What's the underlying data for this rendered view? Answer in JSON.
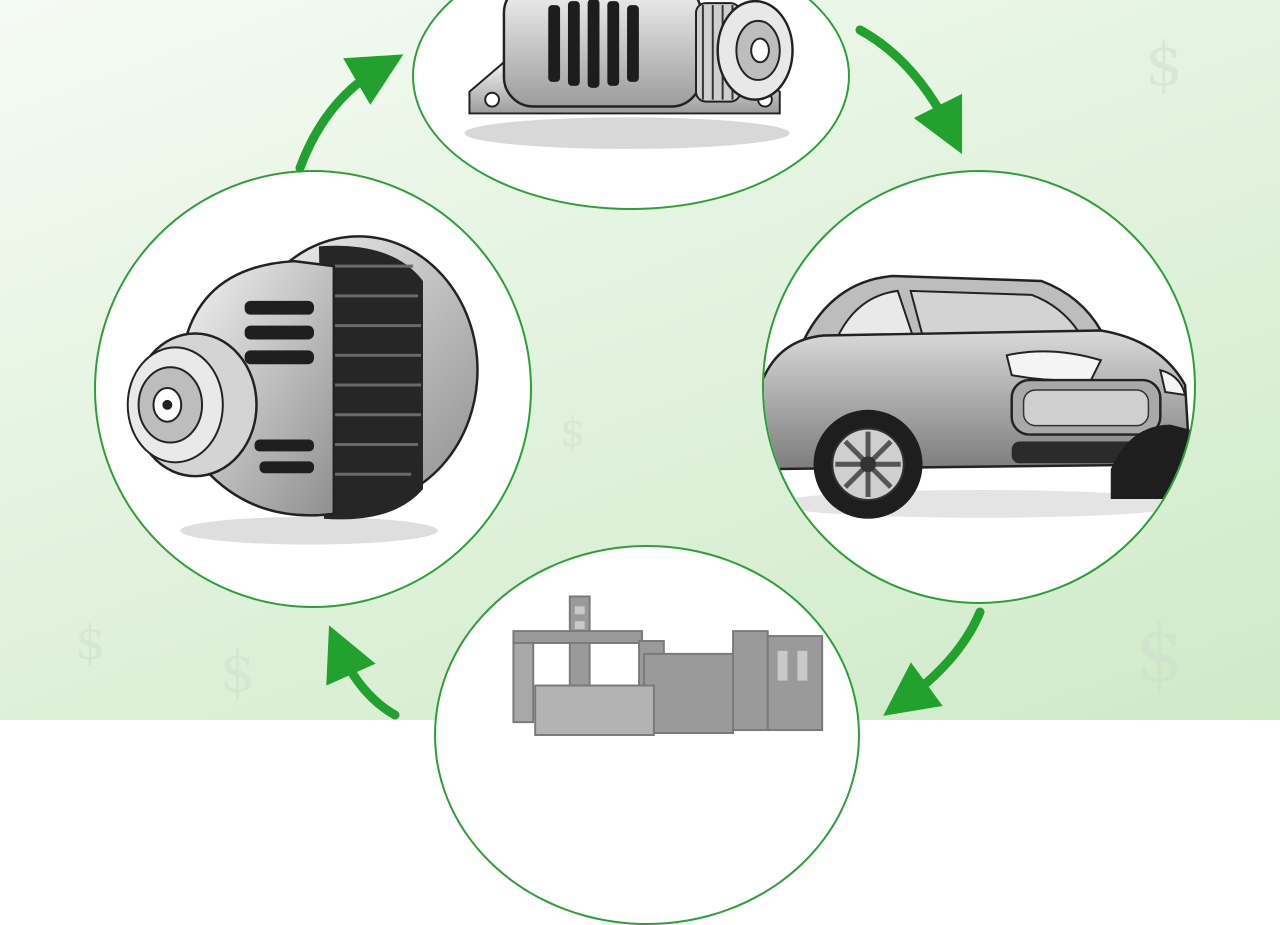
{
  "diagram": {
    "type": "cycle",
    "accent_color": "#2f9e3a",
    "nodes": [
      {
        "name": "alternator-side-view",
        "icon": "alternator-icon"
      },
      {
        "name": "car",
        "icon": "car-icon"
      },
      {
        "name": "factory",
        "icon": "factory-icon"
      },
      {
        "name": "alternator-front-view",
        "icon": "alternator-icon"
      }
    ],
    "arrows": [
      {
        "from": "alternator-side-view",
        "to": "car"
      },
      {
        "from": "car",
        "to": "factory"
      },
      {
        "from": "factory",
        "to": "alternator-front-view"
      },
      {
        "from": "alternator-front-view",
        "to": "alternator-side-view"
      }
    ],
    "watermark_symbol": "$"
  }
}
